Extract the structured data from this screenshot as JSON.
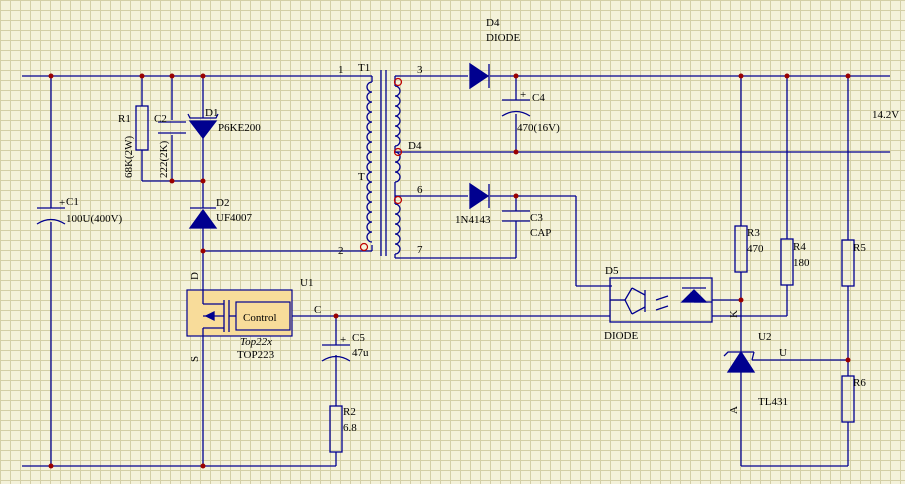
{
  "components": {
    "R1": {
      "ref": "R1",
      "value": "68K(2W)"
    },
    "C2": {
      "ref": "C2",
      "value": "222(2K)"
    },
    "D1": {
      "ref": "D1",
      "value": "P6KE200"
    },
    "D2": {
      "ref": "D2",
      "value": "UF4007"
    },
    "C1": {
      "ref": "C1",
      "value": "100U(400V)"
    },
    "T1": {
      "ref": "T1",
      "ref2": "T"
    },
    "D4": {
      "ref": "D4",
      "value": "DIODE",
      "ref_alt": "D4"
    },
    "C4": {
      "ref": "C4",
      "value": "470(16V)"
    },
    "D3": {
      "value": "1N4143"
    },
    "C3": {
      "ref": "C3",
      "value": "CAP"
    },
    "U1": {
      "ref": "U1",
      "block": "Control",
      "part": "Top22x",
      "value": "TOP223"
    },
    "C5": {
      "ref": "C5",
      "value": "47u"
    },
    "R2": {
      "ref": "R2",
      "value": "6.8"
    },
    "D5": {
      "ref": "D5",
      "value": "DIODE"
    },
    "R3": {
      "ref": "R3",
      "value": "470"
    },
    "R4": {
      "ref": "R4",
      "value": "180"
    },
    "R5": {
      "ref": "R5"
    },
    "R6": {
      "ref": "R6"
    },
    "U2": {
      "ref": "U2",
      "value": "TL431"
    }
  },
  "pins": {
    "t1": "1",
    "t2": "2",
    "t3": "3",
    "t6": "6",
    "t7": "7",
    "drain": "D",
    "source": "S",
    "control": "C",
    "k": "K",
    "a": "A",
    "u": "U"
  },
  "plus": "+",
  "output_voltage": "14.2V",
  "colors": {
    "wire": "#00008f",
    "junction": "#9a0000",
    "ic_fill": "#f8dc9a",
    "grid": "#d3cfa6",
    "background": "#f4f2da"
  }
}
